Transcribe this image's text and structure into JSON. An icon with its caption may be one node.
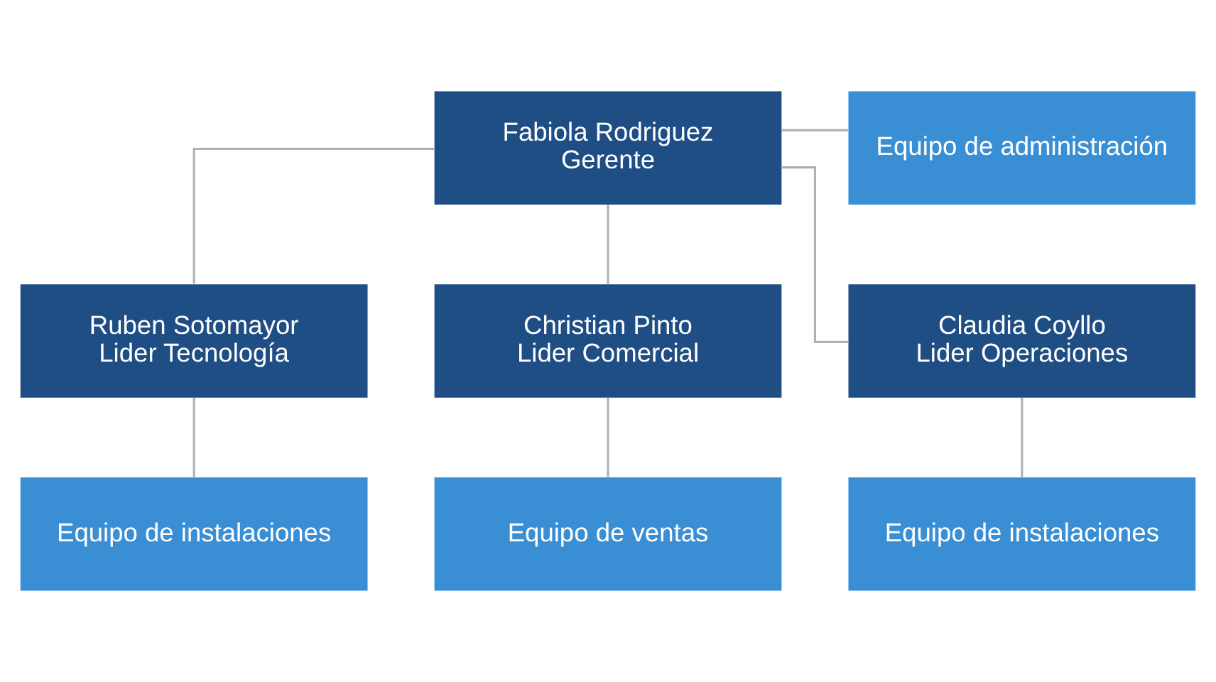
{
  "diagram": {
    "nodes": [
      {
        "text": [
          "Fabiola Rodriguez",
          "Gerente"
        ]
      },
      {
        "text": [
          "Equipo de administración"
        ]
      },
      {
        "text": [
          "Ruben Sotomayor",
          "Lider Tecnología"
        ]
      },
      {
        "text": [
          "Christian Pinto",
          "Lider Comercial"
        ]
      },
      {
        "text": [
          "Claudia Coyllo",
          "Lider Operaciones"
        ]
      },
      {
        "text": [
          "Equipo de instalaciones"
        ]
      },
      {
        "text": [
          "Equipo de ventas"
        ]
      },
      {
        "text": [
          "Equipo de instalaciones"
        ]
      }
    ],
    "edges": [
      {
        "from": 0,
        "to": 1,
        "arrow": "none"
      },
      {
        "from": 0,
        "to": 2,
        "arrow": "none"
      },
      {
        "from": 0,
        "to": 3,
        "arrow": "none"
      },
      {
        "from": 0,
        "to": 4,
        "arrow": "none"
      },
      {
        "from": 2,
        "to": 5,
        "arrow": "none"
      },
      {
        "from": 3,
        "to": 6,
        "arrow": "none"
      },
      {
        "from": 4,
        "to": 7,
        "arrow": "none"
      }
    ]
  }
}
